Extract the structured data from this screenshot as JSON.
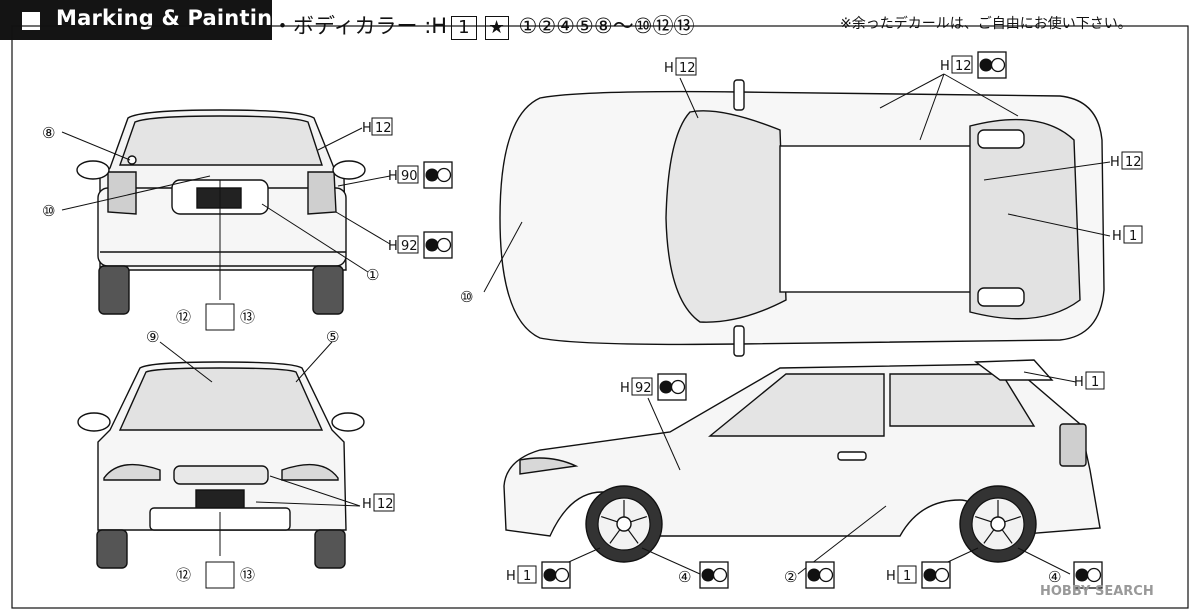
{
  "header": {
    "title": "Marking & Painting",
    "body_color_label": "・ボディカラー :H",
    "body_color_code": "1",
    "decal_numbers": "①②④⑤⑧〜⑩⑫⑬",
    "note": "※余ったデカールは、ご自由にお使い下さい。"
  },
  "colors": {
    "ink": "#111111",
    "header_bg": "#141414",
    "body_gray": "#e6e6e6",
    "glass_gray": "#d4d4d4"
  },
  "callouts": {
    "rear_1": "①",
    "rear_8": "⑧",
    "rear_10": "⑩",
    "rear_12": "⑫",
    "rear_13": "⑬",
    "front_9": "⑨",
    "front_5": "⑤",
    "front_12": "⑫",
    "front_13": "⑬",
    "top_10": "⑩",
    "side_2": "②",
    "side_4a": "④",
    "side_4b": "④"
  },
  "paint_codes": {
    "h": "H",
    "c1": "1",
    "c12": "12",
    "c90": "90",
    "c92": "92"
  },
  "watermark": "HOBBY SEARCH"
}
